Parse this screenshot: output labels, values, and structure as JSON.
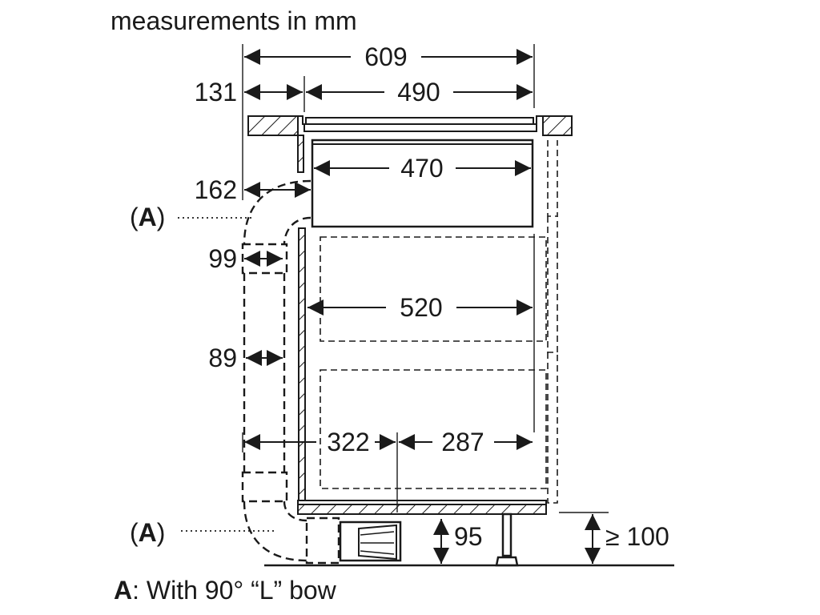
{
  "title": "measurements in mm",
  "dimensions": {
    "overall_width": "609",
    "offset_left": "131",
    "cutout_width": "490",
    "unit_width": "470",
    "duct_offset": "162",
    "duct_depth_upper": "99",
    "duct_depth_lower": "89",
    "cabinet_depth": "520",
    "rear_gap": "322",
    "front_gap": "287",
    "plinth_height": "95",
    "min_clearance": "≥ 100"
  },
  "callouts": {
    "a_upper": "(A)",
    "a_lower": "(A)"
  },
  "footnote": {
    "key": "A",
    "text": ": With 90° “L” bow"
  }
}
